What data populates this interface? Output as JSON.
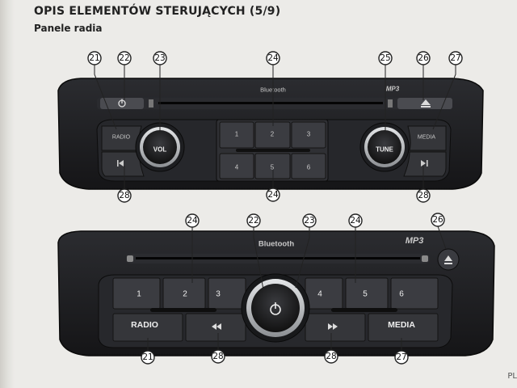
{
  "header": {
    "title": "OPIS ELEMENTÓW STERUJĄCYCH (5/9)",
    "subtitle": "Panele radia"
  },
  "footer": {
    "page_marker": "PL"
  },
  "top_panel": {
    "bluetooth_label": "Bluetooth",
    "mp3_label": "MP3",
    "radio_label": "RADIO",
    "vol_label": "VOL",
    "tune_label": "TUNE",
    "media_label": "MEDIA",
    "presets": [
      "1",
      "2",
      "3",
      "4",
      "5",
      "6"
    ],
    "callouts": {
      "c21": "21",
      "c22": "22",
      "c23": "23",
      "c24_top": "24",
      "c25": "25",
      "c26": "26",
      "c27": "27",
      "c28_left": "28",
      "c24_bottom": "24",
      "c28_right": "28"
    }
  },
  "bottom_panel": {
    "bluetooth_label": "Bluetooth",
    "mp3_label": "MP3",
    "radio_label": "RADIO",
    "media_label": "MEDIA",
    "presets": [
      "1",
      "2",
      "3",
      "4",
      "5",
      "6"
    ],
    "callouts": {
      "c24_left": "24",
      "c22": "22",
      "c23": "23",
      "c24_right": "24",
      "c26": "26",
      "c21": "21",
      "c28_left": "28",
      "c28_right": "28",
      "c27": "27"
    }
  },
  "icons": {
    "power": "power-icon",
    "eject": "eject-icon",
    "prev": "skip-previous-icon",
    "next": "skip-next-icon",
    "rewind": "rewind-icon",
    "fast_forward": "fast-forward-icon"
  },
  "colors": {
    "panel_body": "#1c1c1e",
    "panel_face": "#2e2f33",
    "button_face": "#3a3b3f",
    "knob_ring": "#b9bcc0",
    "page_background": "#ecebe8"
  }
}
